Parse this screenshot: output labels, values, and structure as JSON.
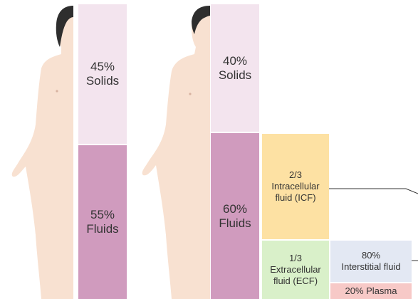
{
  "left_figure": {
    "solids": {
      "percent": "45%",
      "label": "Solids"
    },
    "fluids": {
      "percent": "55%",
      "label": "Fluids"
    }
  },
  "right_figure": {
    "solids": {
      "percent": "40%",
      "label": "Solids"
    },
    "fluids": {
      "percent": "60%",
      "label": "Fluids"
    }
  },
  "fluid_breakdown": {
    "icf": {
      "fraction": "2/3",
      "line1": "Intracellular",
      "line2": "fluid (ICF)"
    },
    "ecf": {
      "fraction": "1/3",
      "line1": "Extracellular",
      "line2": "fluid (ECF)"
    },
    "interstitial": {
      "percent": "80%",
      "label": "Interstitial fluid"
    },
    "plasma": {
      "label": "20% Plasma"
    }
  },
  "colors": {
    "solids": "#f3e4ee",
    "fluids": "#d09bbe",
    "icf": "#fde1a3",
    "ecf": "#d9f0c9",
    "interstitial": "#e3e8f3",
    "plasma": "#f7c9c7",
    "skin": "#f8e1d1",
    "hair": "#2e2e2e"
  }
}
